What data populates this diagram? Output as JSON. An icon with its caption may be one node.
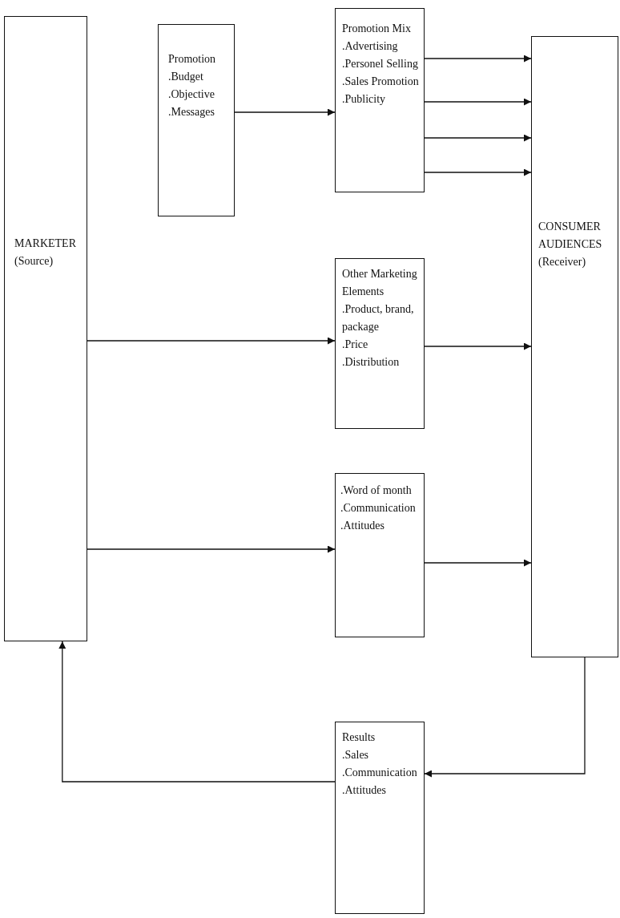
{
  "diagram": {
    "nodes": [
      {
        "text": [
          "MARKETER",
          "(Source)"
        ]
      },
      {
        "text": [
          "Promotion",
          ".Budget",
          ".Objective",
          ".Messages"
        ]
      },
      {
        "text": [
          "Promotion Mix",
          ".Advertising",
          ".Personel Selling",
          ".Sales Promotion",
          ".Publicity"
        ]
      },
      {
        "text": [
          "Other Marketing Elements",
          ".Product, brand, package",
          ".Price",
          ".Distribution"
        ]
      },
      {
        "text": [
          ".Word of month",
          ".Communication",
          ".Attitudes"
        ]
      },
      {
        "text": [
          "CONSUMER AUDIENCES",
          "(Receiver)"
        ]
      },
      {
        "text": [
          "Results",
          ".Sales",
          ".Communication",
          ".Attitudes"
        ]
      }
    ],
    "edges": [
      {
        "from": 1,
        "to": 2,
        "arrow": "to"
      },
      {
        "from": 2,
        "to": 5,
        "arrow": "to"
      },
      {
        "from": 2,
        "to": 5,
        "arrow": "to"
      },
      {
        "from": 2,
        "to": 5,
        "arrow": "to"
      },
      {
        "from": 2,
        "to": 5,
        "arrow": "to"
      },
      {
        "from": 0,
        "to": 3,
        "arrow": "to"
      },
      {
        "from": 3,
        "to": 5,
        "arrow": "to"
      },
      {
        "from": 0,
        "to": 4,
        "arrow": "to"
      },
      {
        "from": 4,
        "to": 5,
        "arrow": "to"
      },
      {
        "from": 5,
        "to": 6,
        "arrow": "to"
      },
      {
        "from": 6,
        "to": 0,
        "arrow": "to"
      }
    ]
  }
}
